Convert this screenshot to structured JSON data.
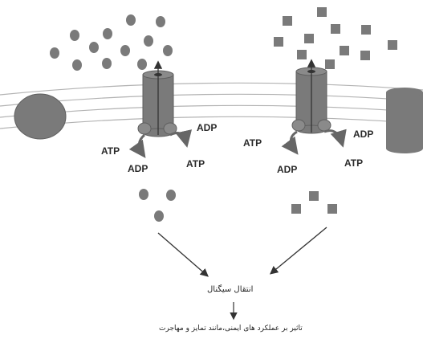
{
  "labels": {
    "left_atp_1": "ATP",
    "left_adp_1": "ADP",
    "left_adp_2": "ADP",
    "left_atp_2": "ATP",
    "right_atp_1": "ATP",
    "right_adp_1": "ADP",
    "right_adp_2": "ADP",
    "right_atp_2": "ATP",
    "signal_transduction": "انتقال سیگنال",
    "effect_caption": "تاثیر بر عملکرد های ایمنی،مانند تمایز و مهاجرت"
  },
  "colors": {
    "shape_fill": "#7a7a7a",
    "shape_stroke": "#5f5f5f",
    "membrane_line": "#b3b3b3",
    "arrow": "#333333"
  }
}
